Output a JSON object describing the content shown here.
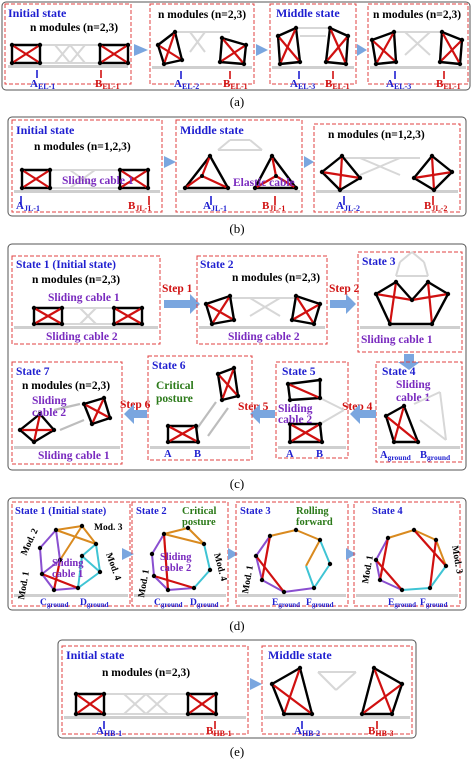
{
  "panel_a": {
    "initial_state": "Initial state",
    "modules_1": "n modules (n=2,3)",
    "modules_2": "n modules (n=2,3)",
    "middle_state": "Middle state",
    "modules_4": "n modules (n=2,3)",
    "lbl_a1": "A",
    "sub_a1": "EL-1",
    "lbl_b1": "B",
    "sub_b1": "EL-1",
    "lbl_a2": "A",
    "sub_a2": "EL-2",
    "lbl_b2": "B",
    "sub_b2": "EL-1",
    "lbl_a3": "A",
    "sub_a3": "EL-3",
    "lbl_b3": "B",
    "sub_b3": "EL-1",
    "lbl_a4": "A",
    "sub_a4": "EL-3",
    "lbl_b4": "B",
    "sub_b4": "EL-1",
    "caption": "(a)"
  },
  "panel_b": {
    "initial_state": "Initial state",
    "modules": "n modules (n=1,2,3)",
    "sliding_cable": "Sliding cable 1",
    "middle_state": "Middle state",
    "elastic_cable": "Elastic cable",
    "modules_3": "n modules (n=1,2,3)",
    "lbl_a1": "A",
    "sub_a1": "JL-1",
    "lbl_b1": "B",
    "sub_b1": "JL-1",
    "lbl_a2": "A",
    "sub_a2": "JL-1",
    "lbl_b2": "B",
    "sub_b2": "JL-1",
    "lbl_a3": "A",
    "sub_a3": "JL-2",
    "lbl_b3": "B",
    "sub_b3": "JL-2",
    "caption": "(b)"
  },
  "panel_c": {
    "state1": "State 1 (Initial state)",
    "modules_1": "n modules (n=2,3)",
    "sliding1": "Sliding cable 1",
    "sliding2": "Sliding cable 2",
    "step1": "Step 1",
    "state2": "State 2",
    "modules_2": "n modules (n=2,3)",
    "sliding2b": "Sliding cable 2",
    "step2": "Step 2",
    "state3": "State 3",
    "sliding1c": "Sliding cable 1",
    "state4": "State 4",
    "sliding1d": "Sliding",
    "sliding1d2": "cable 1",
    "a_ground": "A",
    "a_ground_sub": "ground",
    "b_ground": "B",
    "b_ground_sub": "ground",
    "step4": "Step 4",
    "state5": "State 5",
    "sliding2e": "Sliding",
    "sliding2e2": "cable 2",
    "a_s5": "A",
    "b_s5": "B",
    "step5": "Step 5",
    "state6": "State 6",
    "critical": "Critical",
    "posture": "posture",
    "a_s6": "A",
    "b_s6": "B",
    "step6": "Step 6",
    "state7": "State 7",
    "modules_7": "n modules (n=2,3)",
    "sliding7a": "Sliding",
    "sliding7b": "cable 2",
    "sliding7c": "Sliding cable 1",
    "caption": "(c)"
  },
  "panel_d": {
    "state1": "State 1 (Initial state)",
    "mod1": "Mod. 1",
    "mod2": "Mod. 2",
    "mod3": "Mod. 3",
    "mod4": "Mod. 4",
    "sliding_a": "Sliding",
    "sliding_b": "cable 1",
    "c_ground": "C",
    "c_ground_sub": "ground",
    "d_ground": "D",
    "d_ground_sub": "ground",
    "state2": "State 2",
    "critical": "Critical",
    "posture": "posture",
    "sliding2a": "Sliding",
    "sliding2b": "cable 2",
    "mod2_1": "Mod. 1",
    "mod2_4": "Mod. 4",
    "c2": "C",
    "c2_sub": "ground",
    "d2": "D",
    "d2_sub": "ground",
    "state3": "State 3",
    "rolling": "Rolling",
    "forward": "forward",
    "mod3_1": "Mod. 1",
    "e3": "E",
    "e3_sub": "ground",
    "f3": "F",
    "f3_sub": "ground",
    "state4": "State 4",
    "mod4_1": "Mod. 1",
    "mod4_3": "Mod. 3",
    "e4": "E",
    "e4_sub": "ground",
    "f4": "F",
    "f4_sub": "ground",
    "caption": "(d)"
  },
  "panel_e": {
    "initial_state": "Initial state",
    "modules": "n modules (n=2,3)",
    "middle_state": "Middle state",
    "lbl_a1": "A",
    "sub_a1": "HB-1",
    "lbl_b1": "B",
    "sub_b1": "HB-1",
    "lbl_a2": "A",
    "sub_a2": "HB-2",
    "lbl_b2": "B",
    "sub_b2": "HB-3",
    "caption": "(e)"
  }
}
